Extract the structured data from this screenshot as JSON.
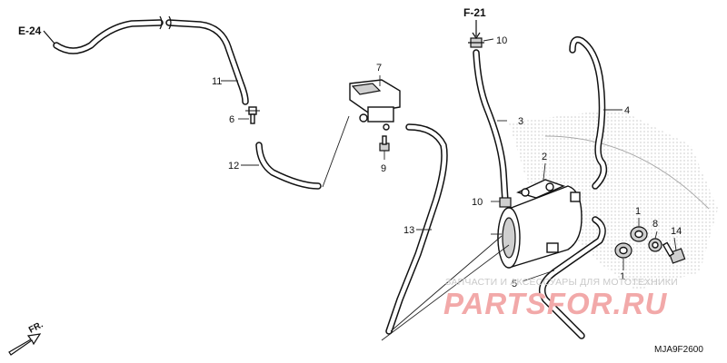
{
  "refs": {
    "e24": "E-24",
    "f21": "F-21"
  },
  "callouts": {
    "c1a": "1",
    "c1b": "1",
    "c2": "2",
    "c3": "3",
    "c4": "4",
    "c5": "5",
    "c6": "6",
    "c7": "7",
    "c8": "8",
    "c9": "9",
    "c10a": "10",
    "c10b": "10",
    "c11": "11",
    "c12": "12",
    "c13": "13",
    "c14": "14"
  },
  "diagram_code": "MJA9F2600",
  "front_label": "FR.",
  "watermark": {
    "tagline": "ЗАПЧАСТИ И АКСЕССУАРЫ ДЛЯ МОТОТЕХНИКИ",
    "logo": "PARTSFOR.RU"
  },
  "colors": {
    "line": "#111111",
    "watermark_logo": "#f2a9a9",
    "watermark_text": "#c9c9c9",
    "dots": "#9a9a9a"
  }
}
